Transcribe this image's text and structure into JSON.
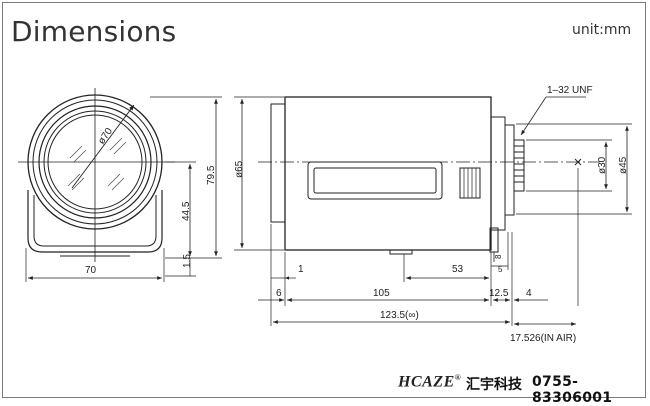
{
  "title": "Dimensions",
  "unit": "unit:mm",
  "front_view": {
    "diameter_label": "ø70",
    "height_label": "79.5",
    "mount_height_label": "44.5",
    "base_label": "1.5",
    "width_label": "70"
  },
  "side_view": {
    "body_diameter_label": "ø65",
    "thread_label": "1–32 UNF",
    "flange_diameter_label": "ø30",
    "outer_diameter_label": "ø45",
    "dim_1": "1",
    "dim_53": "53",
    "dim_8": "8",
    "dim_5": "5",
    "dim_6": "6",
    "dim_105": "105",
    "dim_12_5": "12.5",
    "dim_4": "4",
    "dim_123_5": "123.5(∞)",
    "dim_17_526": "17.526(IN AIR)"
  },
  "footer": {
    "logo": "HCAZE",
    "logo_mark": "®",
    "company": "汇宇科技",
    "phone": "0755-83306001"
  }
}
